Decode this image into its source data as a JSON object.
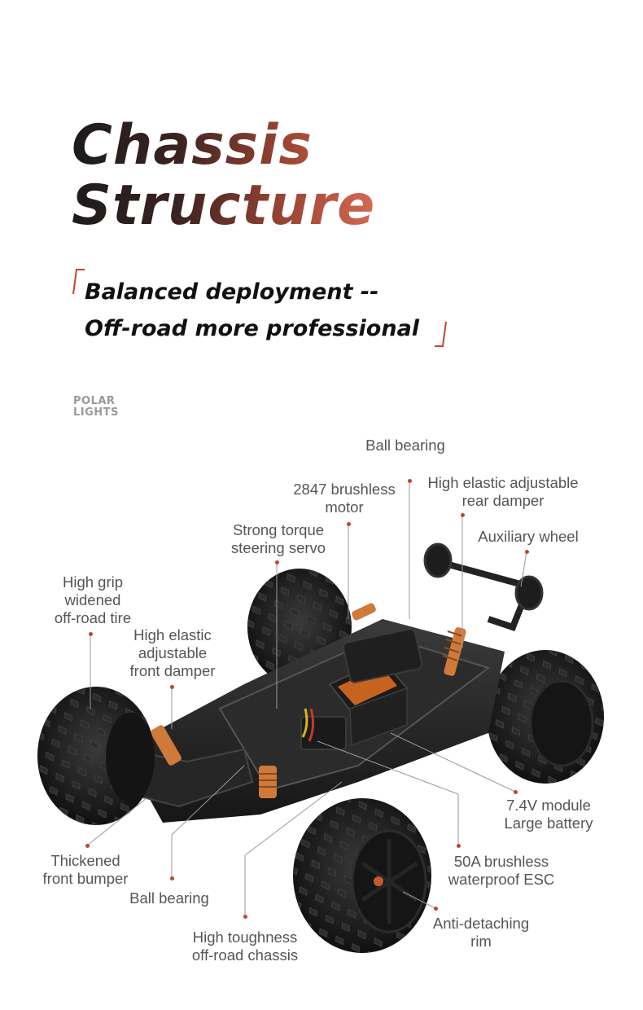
{
  "title": {
    "line1": "Chassis",
    "line2": "Structure"
  },
  "subtitle": {
    "line1": "Balanced deployment --",
    "line2": "Off-road more professional"
  },
  "brand": {
    "line1": "POLAR",
    "line2": "LIGHTS"
  },
  "labels": {
    "ball_bearing_top": "Ball bearing",
    "brushless_motor": "2847 brushless\nmotor",
    "rear_damper": "High elastic adjustable\nrear damper",
    "steering_servo": "Strong torque\nsteering servo",
    "auxiliary_wheel": "Auxiliary wheel",
    "offroad_tire": "High grip\nwidened\noff-road tire",
    "front_damper": "High elastic\nadjustable\nfront damper",
    "battery": "7.4V module\nLarge battery",
    "front_bumper": "Thickened\nfront bumper",
    "esc": "50A brushless\nwaterproof ESC",
    "ball_bearing_bottom": "Ball bearing",
    "anti_detach_rim": "Anti-detaching\nrim",
    "chassis": "High toughness\noff-road chassis"
  },
  "colors": {
    "accent": "#c0462e",
    "title_start": "#1c1c1c",
    "title_end": "#d56a52",
    "label": "#555555"
  }
}
